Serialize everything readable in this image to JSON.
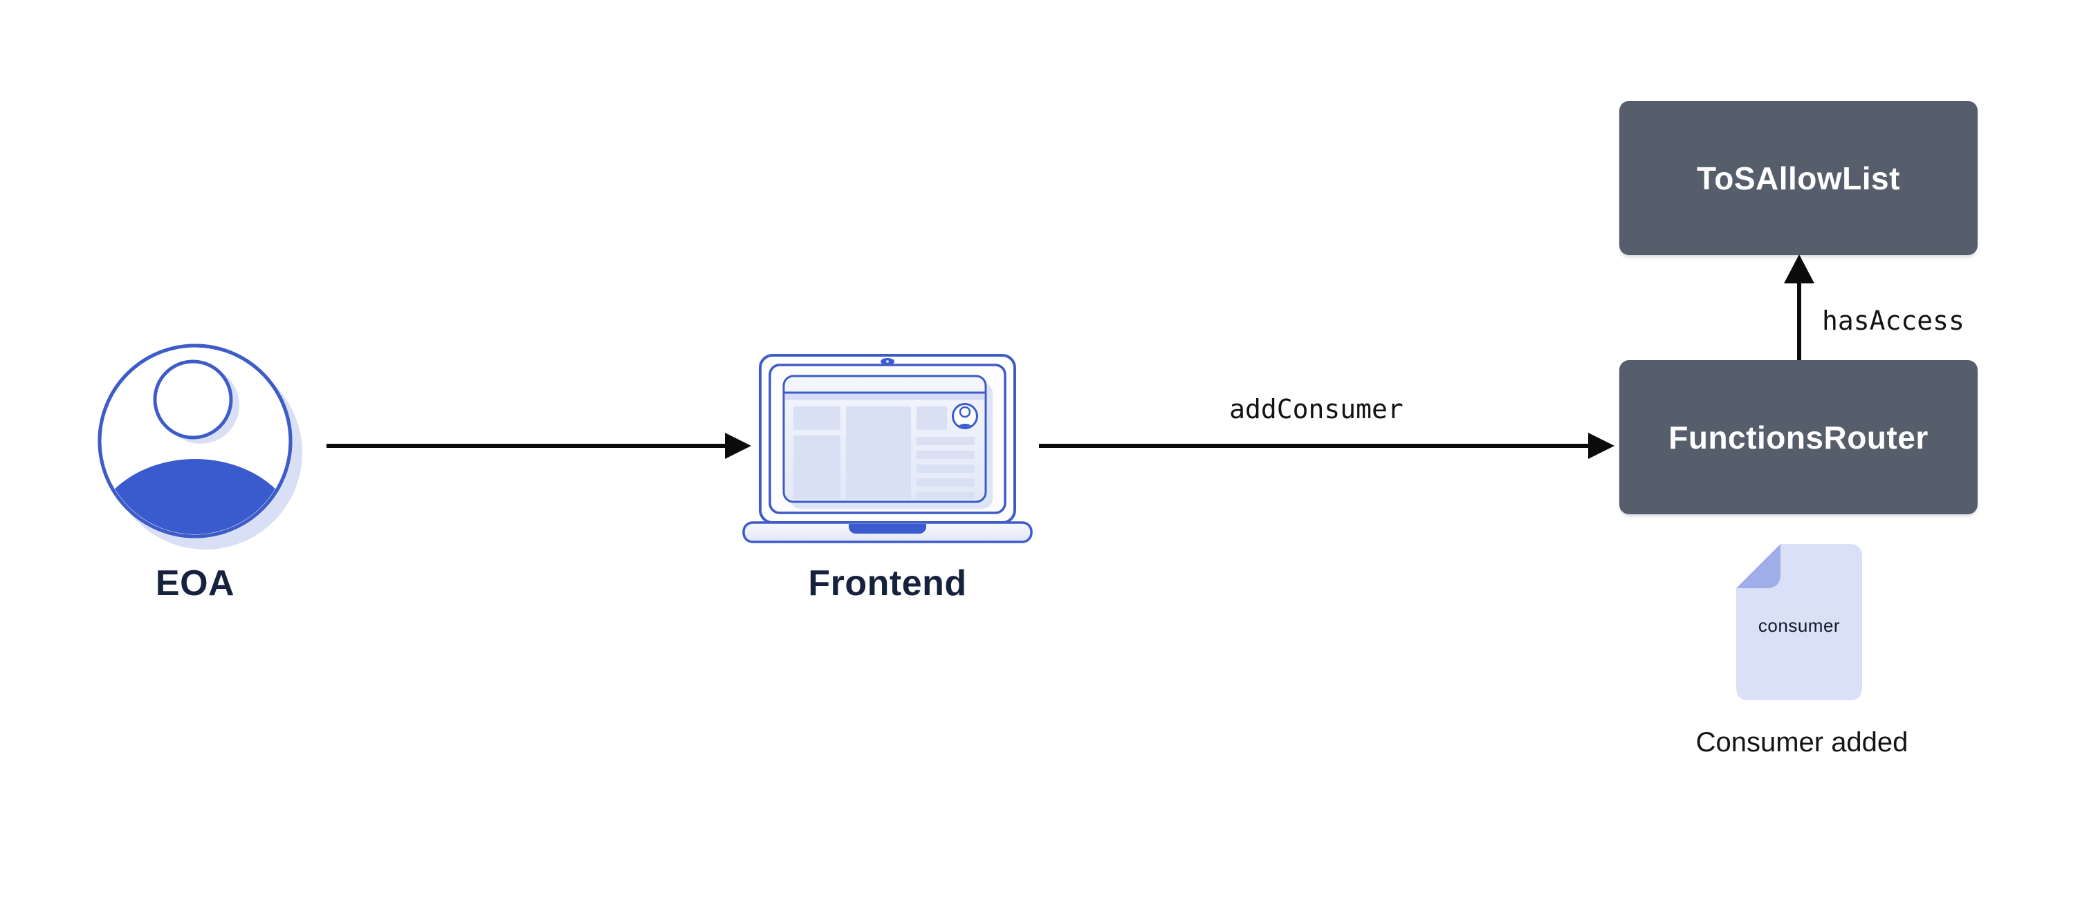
{
  "nodes": {
    "eoa": {
      "label": "EOA"
    },
    "frontend": {
      "label": "Frontend"
    },
    "tos_allow_list": {
      "label": "ToSAllowList"
    },
    "functions_router": {
      "label": "FunctionsRouter"
    },
    "consumer_file": {
      "file_text": "consumer",
      "caption": "Consumer added"
    }
  },
  "edges": {
    "frontend_to_router": {
      "label": "addConsumer"
    },
    "router_to_allowlist": {
      "label": "hasAccess"
    }
  },
  "colors": {
    "box_background": "#565D6B",
    "box_text": "#FFFFFF",
    "blue_stroke": "#3D5CC8",
    "blue_fill": "#3A5BCE",
    "lavender_fill": "#D9E0F6",
    "fold_fill": "#9FAEE9",
    "heading_text": "#16213D",
    "arrow_color": "#0B0B0B"
  }
}
